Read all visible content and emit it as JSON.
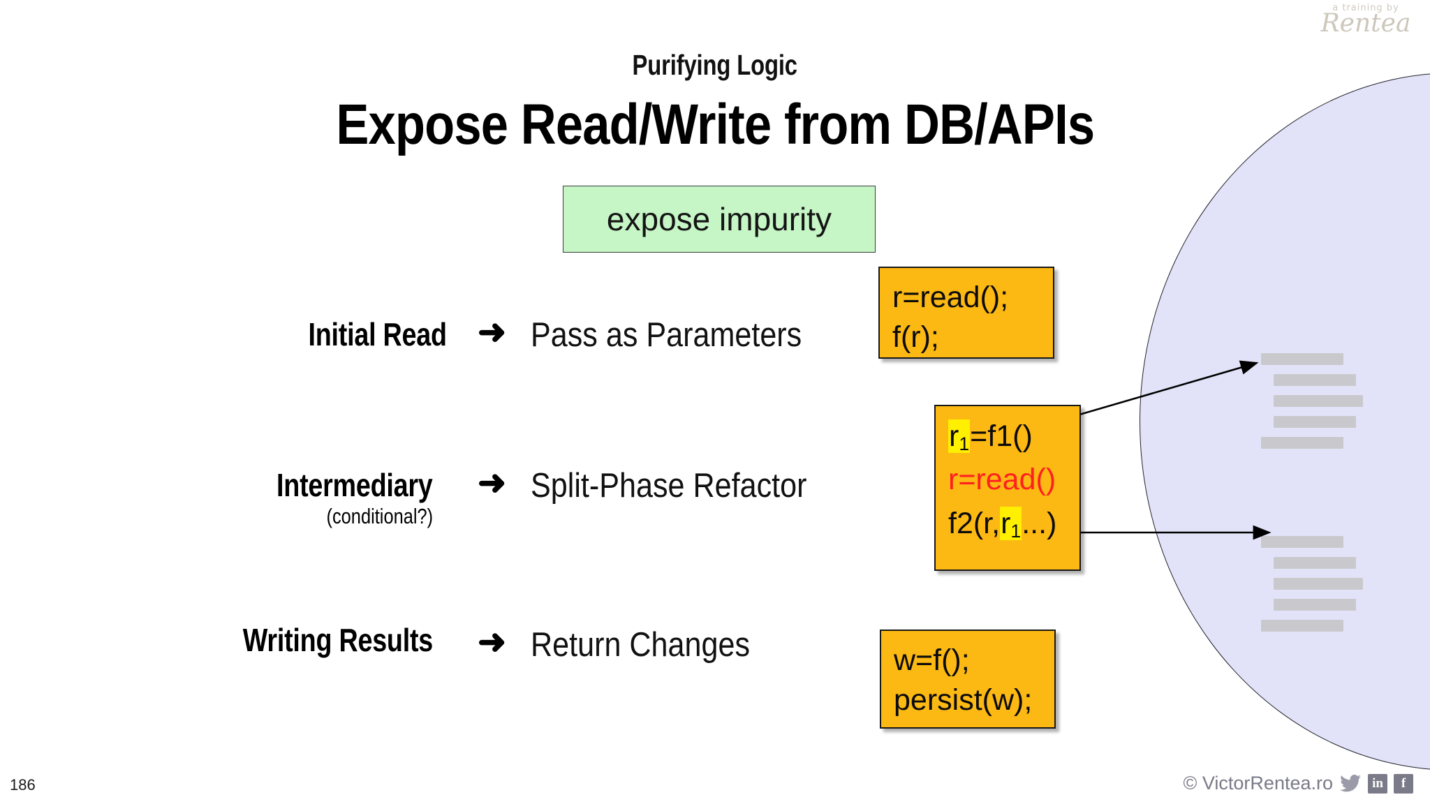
{
  "slide": {
    "kicker": "Purifying Logic",
    "title": "Expose Read/Write from DB/APIs",
    "number": "186"
  },
  "callout": {
    "label": "expose impurity",
    "fill": "#c6f5c6",
    "border": "#3b3b3b"
  },
  "rows": [
    {
      "label": "Initial Read",
      "sublabel": "",
      "arrow": "➜",
      "action": "Pass as Parameters",
      "code": {
        "line1": "r=read();",
        "line2": "f(r);"
      }
    },
    {
      "label": "Intermediary",
      "sublabel": "(conditional?)",
      "arrow": "➜",
      "action": "Split-Phase Refactor",
      "code": {
        "line1_var": "r",
        "line1_sub": "1",
        "line1_rest": "=f1()",
        "line2": "r=read()",
        "line3_pre": "f2(r,",
        "line3_var": "r",
        "line3_sub": "1",
        "line3_rest": "...)"
      }
    },
    {
      "label": "Writing Results",
      "sublabel": "",
      "arrow": "➜",
      "action": "Return Changes",
      "code": {
        "line1": "w=f();",
        "line2": "persist(w);"
      }
    }
  ],
  "colors": {
    "code_fill": "#fcb813",
    "highlight": "#ffef00",
    "red_text": "#ff2020",
    "ellipse_fill": "#e2e3f8",
    "doc_line": "#c9c9cd"
  },
  "branding": {
    "logo_kicker": "a training by",
    "logo_name": "Rentea",
    "copyright": "© VictorRentea.ro",
    "twitter": "🐦",
    "linkedin": "in",
    "facebook": "f"
  }
}
